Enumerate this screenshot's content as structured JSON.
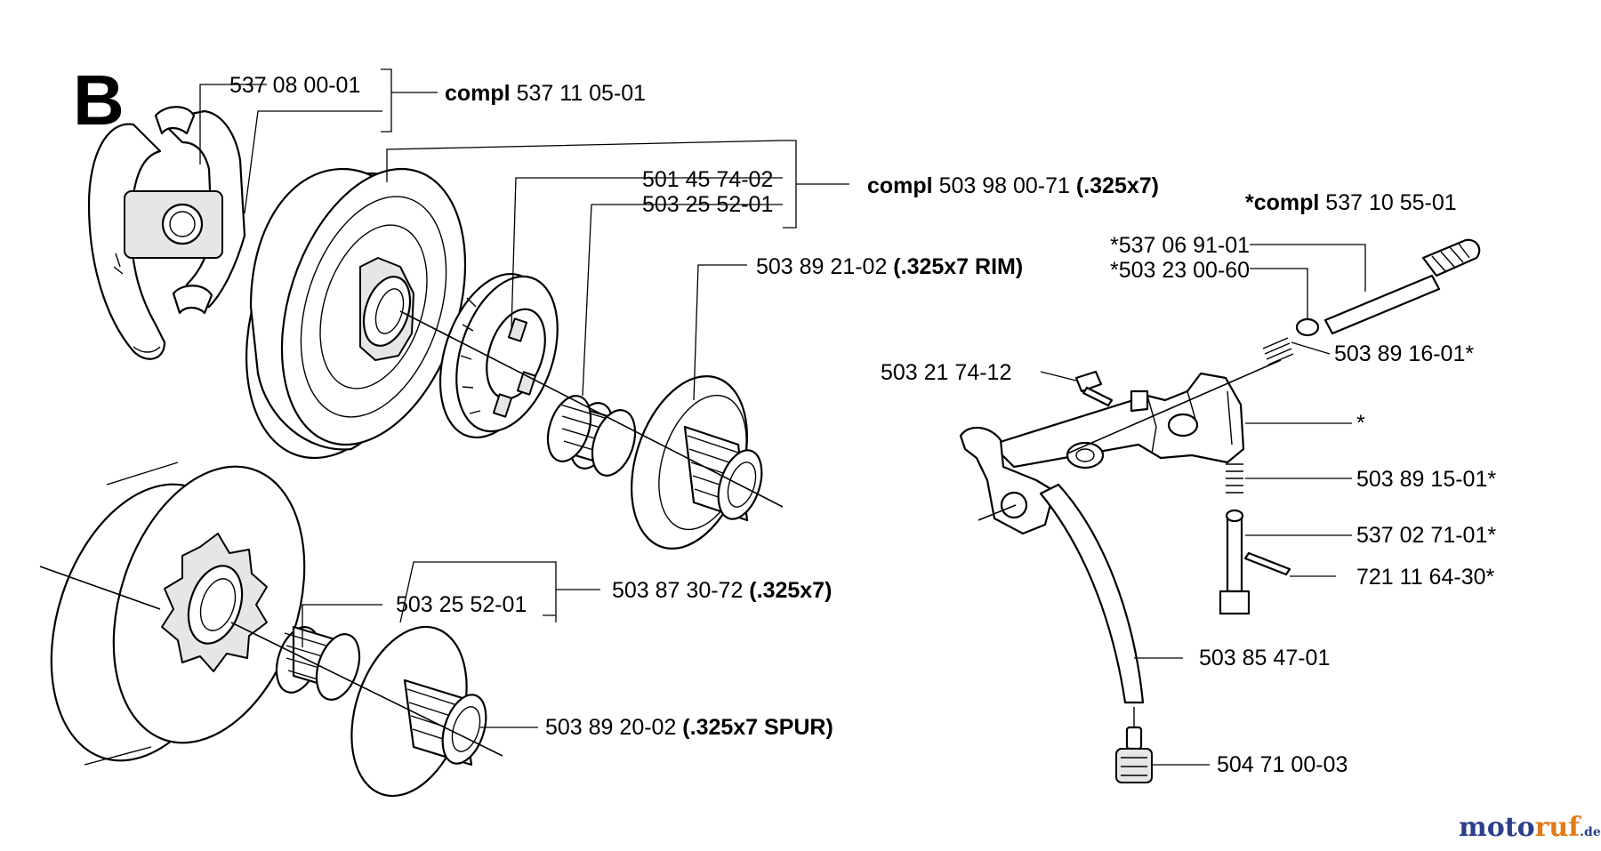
{
  "section_letter": "B",
  "labels": {
    "l1": {
      "pre": "",
      "main": "537 08 00-01",
      "bold": ""
    },
    "l2": {
      "pre": "compl ",
      "main": "537 11 05-01",
      "bold": ""
    },
    "l3": {
      "pre": "",
      "main": "501 45 74-02",
      "bold": ""
    },
    "l4": {
      "pre": "",
      "main": "503 25 52-01",
      "bold": ""
    },
    "l5": {
      "pre": "compl ",
      "main": "503 98 00-71 ",
      "bold": "(.325x7)"
    },
    "l6": {
      "pre": "",
      "main": "503 89 21-02 ",
      "bold": "(.325x7 RIM)"
    },
    "l7": {
      "pre": "*compl ",
      "main": "537 10 55-01",
      "bold": ""
    },
    "l8": {
      "pre": "",
      "main": "*537 06 91-01",
      "bold": ""
    },
    "l9": {
      "pre": "",
      "main": "*503 23 00-60",
      "bold": ""
    },
    "l10": {
      "pre": "",
      "main": "503 89 16-01*",
      "bold": ""
    },
    "l11": {
      "pre": "",
      "main": "503 21 74-12",
      "bold": ""
    },
    "l12": {
      "pre": "",
      "main": "*",
      "bold": ""
    },
    "l13": {
      "pre": "",
      "main": "503 89 15-01*",
      "bold": ""
    },
    "l14": {
      "pre": "",
      "main": "537 02 71-01*",
      "bold": ""
    },
    "l15": {
      "pre": "",
      "main": "721 11 64-30*",
      "bold": ""
    },
    "l16": {
      "pre": "",
      "main": "503 87 30-72 ",
      "bold": "(.325x7)"
    },
    "l17": {
      "pre": "",
      "main": "503 25 52-01",
      "bold": ""
    },
    "l18": {
      "pre": "",
      "main": "503 85 47-01",
      "bold": ""
    },
    "l19": {
      "pre": "",
      "main": "503 89 20-02 ",
      "bold": "(.325x7 SPUR)"
    },
    "l20": {
      "pre": "",
      "main": "504 71 00-03",
      "bold": ""
    }
  },
  "watermark": {
    "part1": "moto",
    "part2": "ruf",
    "suffix": ".de"
  },
  "colors": {
    "ink": "#000000",
    "background": "#ffffff",
    "part_shade": "#e6e6e6",
    "logo_blue": "#2b3f8c",
    "logo_orange": "#e07b1a"
  }
}
